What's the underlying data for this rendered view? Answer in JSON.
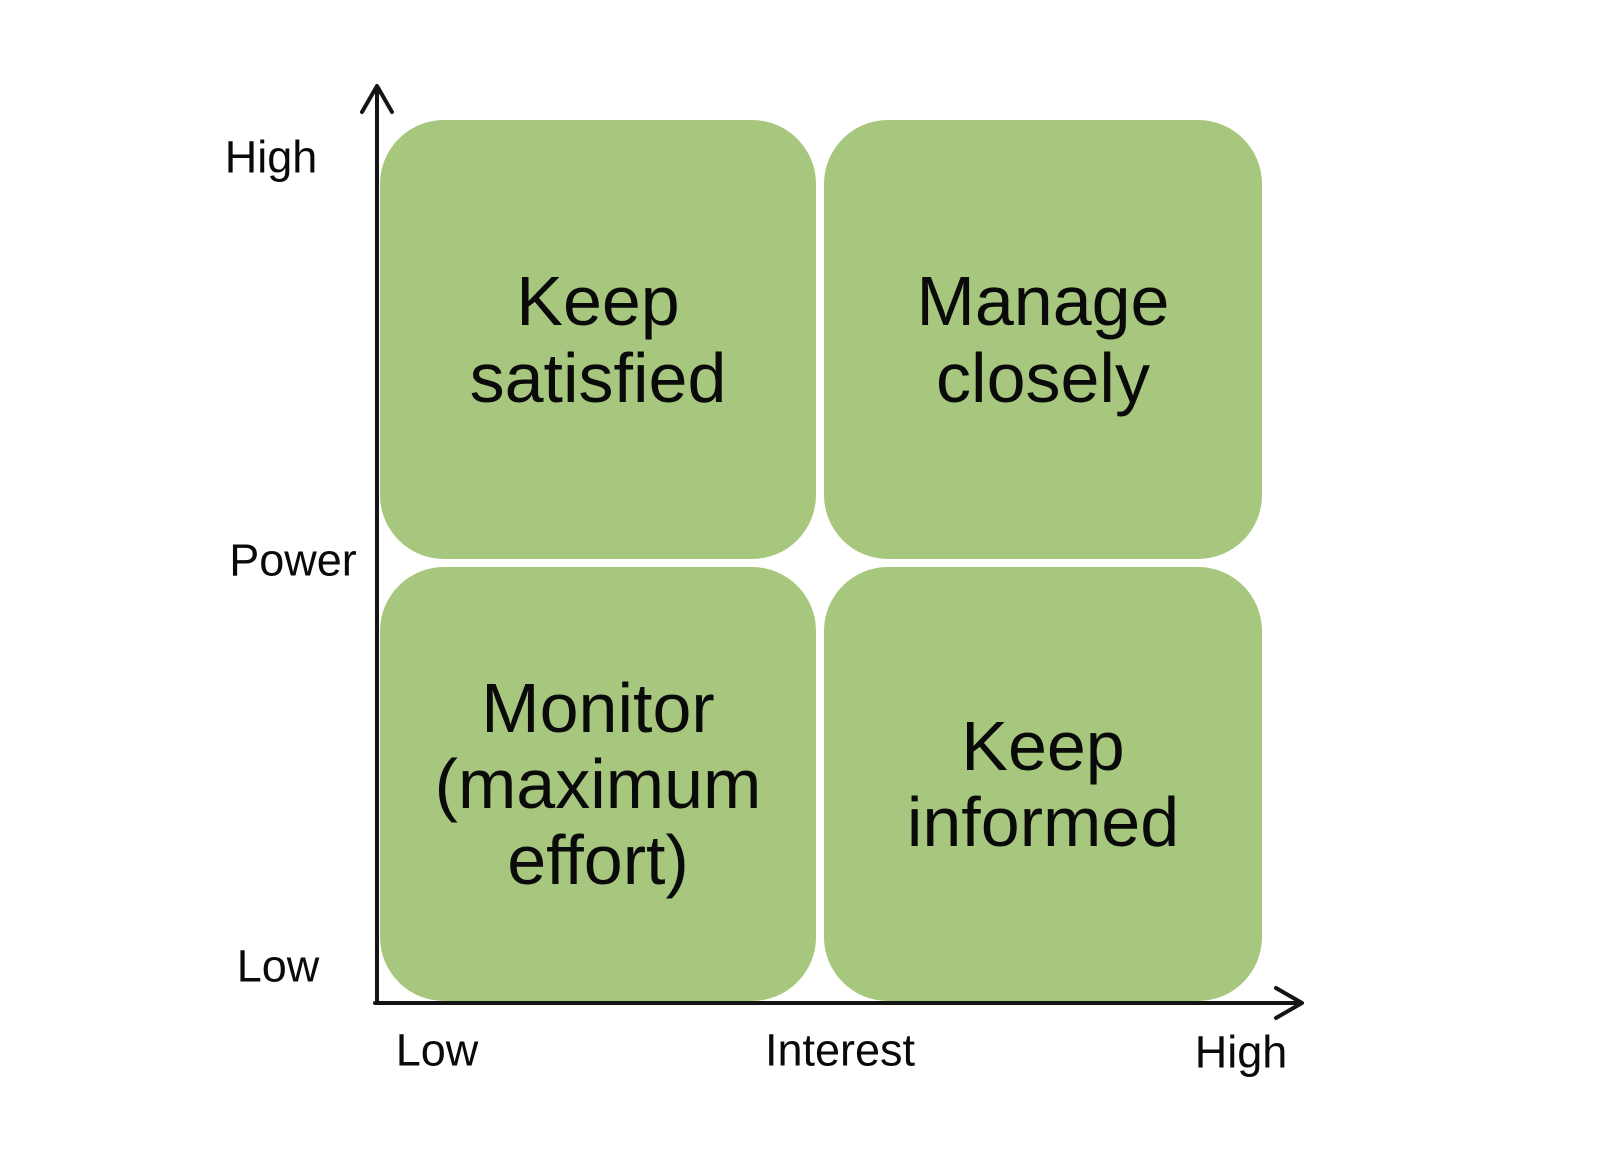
{
  "diagram_type": "power-interest-quadrant-matrix",
  "colors": {
    "quadrant_fill": "#a7c77e",
    "text": "#0a0a0a",
    "axis": "#141414",
    "background": "#ffffff"
  },
  "y_axis": {
    "label": "Power",
    "top_tick": "High",
    "bottom_tick": "Low"
  },
  "x_axis": {
    "label": "Interest",
    "left_tick": "Low",
    "right_tick": "High"
  },
  "quadrants": [
    {
      "position": "top-left",
      "power": "High",
      "interest": "Low",
      "label": "Keep\nsatisfied"
    },
    {
      "position": "top-right",
      "power": "High",
      "interest": "High",
      "label": "Manage\nclosely"
    },
    {
      "position": "bottom-left",
      "power": "Low",
      "interest": "Low",
      "label": "Monitor\n(maximum\neffort)"
    },
    {
      "position": "bottom-right",
      "power": "Low",
      "interest": "High",
      "label": "Keep\ninformed"
    }
  ]
}
